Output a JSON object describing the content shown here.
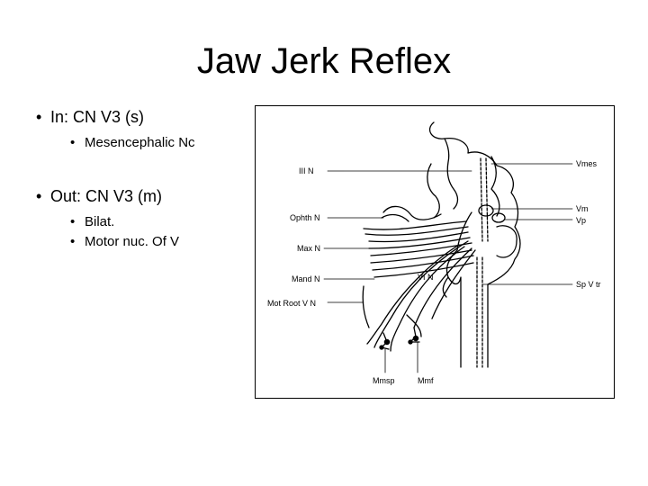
{
  "slide": {
    "title": "Jaw Jerk Reflex",
    "bullets": [
      {
        "marker": "•",
        "text": "In: CN V3 (s)"
      },
      {
        "marker": "•",
        "text": "Mesencephalic Nc"
      },
      {
        "marker": "•",
        "text": "Out: CN V3 (m)"
      },
      {
        "marker": "•",
        "text": "Bilat."
      },
      {
        "marker": "•",
        "text": "Motor nuc. Of V"
      }
    ]
  },
  "figure": {
    "labels": {
      "iii_n": "III N",
      "ophth_n": "Ophth N",
      "max_n": "Max N",
      "mand_n": "Mand N",
      "vi_n": "VI N",
      "mot_root_v_n": "Mot Root V N",
      "vmes": "Vmes",
      "vm": "Vm",
      "vp": "Vp",
      "sp_v_tr": "Sp V tr",
      "mmsp": "Mmsp",
      "mmf": "Mmf"
    }
  }
}
